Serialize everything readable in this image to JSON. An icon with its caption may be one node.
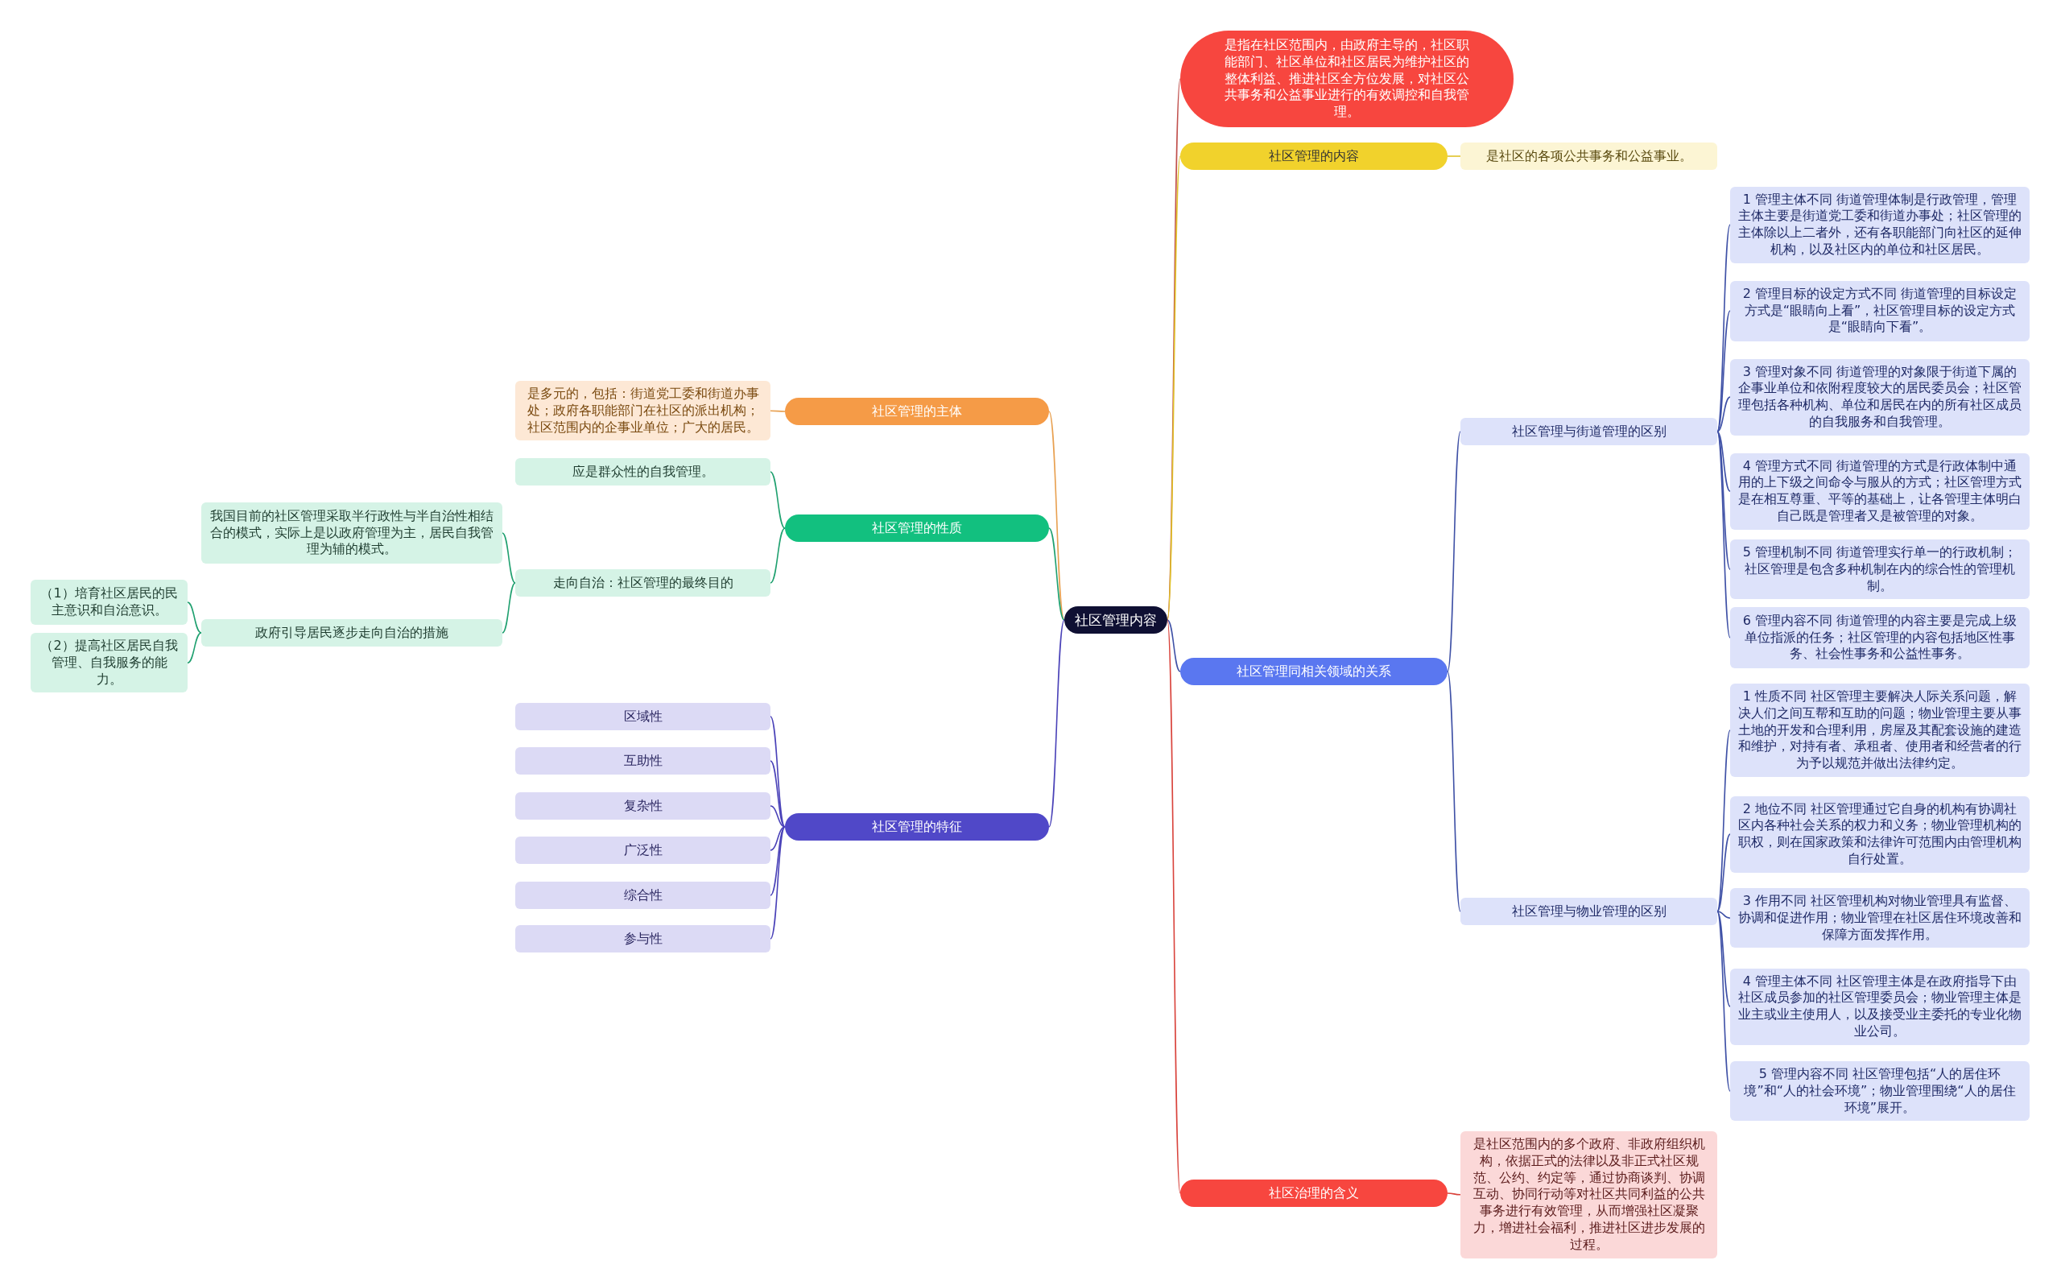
{
  "diagram": {
    "nodes": [
      {
        "text": [
          "社区管理内容"
        ]
      },
      {
        "text": [
          "是指在社区范围内，由政府主导的，社区职能部门、社区单位和社区居民为维护社区的整体利益、推进社区全方位发展，对社区公共事务和公益事业进行的有效调控和自我管理。"
        ]
      },
      {
        "text": [
          "社区管理的内容"
        ]
      },
      {
        "text": [
          "是社区的各项公共事务和公益事业。"
        ]
      },
      {
        "text": [
          "社区管理同相关领域的关系"
        ]
      },
      {
        "text": [
          "社区管理与街道管理的区别"
        ]
      },
      {
        "text": [
          "1 管理主体不同 街道管理体制是行政管理，管理主体主要是街道党工委和街道办事处；社区管理的主体除以上二者外，还有各职能部门向社区的延伸机构，以及社区内的单位和社区居民。"
        ]
      },
      {
        "text": [
          "2 管理目标的设定方式不同 街道管理的目标设定方式是“眼睛向上看”，社区管理目标的设定方式是“眼睛向下看”。"
        ]
      },
      {
        "text": [
          "3 管理对象不同 街道管理的对象限于街道下属的企事业单位和依附程度较大的居民委员会；社区管理包括各种机构、单位和居民在内的所有社区成员的自我服务和自我管理。"
        ]
      },
      {
        "text": [
          "4 管理方式不同 街道管理的方式是行政体制中通用的上下级之间命令与服从的方式；社区管理方式是在相互尊重、平等的基础上，让各管理主体明白自己既是管理者又是被管理的对象。"
        ]
      },
      {
        "text": [
          "5 管理机制不同 街道管理实行单一的行政机制；社区管理是包含多种机制在内的综合性的管理机制。"
        ]
      },
      {
        "text": [
          "6 管理内容不同 街道管理的内容主要是完成上级单位指派的任务；社区管理的内容包括地区性事务、社会性事务和公益性事务。"
        ]
      },
      {
        "text": [
          "社区管理与物业管理的区别"
        ]
      },
      {
        "text": [
          "1 性质不同 社区管理主要解决人际关系问题，解决人们之间互帮和互助的问题；物业管理主要从事土地的开发和合理利用，房屋及其配套设施的建造和维护，对持有者、承租者、使用者和经营者的行为予以规范并做出法律约定。"
        ]
      },
      {
        "text": [
          "2 地位不同 社区管理通过它自身的机构有协调社区内各种社会关系的权力和义务；物业管理机构的职权，则在国家政策和法律许可范围内由管理机构自行处置。"
        ]
      },
      {
        "text": [
          "3 作用不同 社区管理机构对物业管理具有监督、协调和促进作用；物业管理在社区居住环境改善和保障方面发挥作用。"
        ]
      },
      {
        "text": [
          "4 管理主体不同 社区管理主体是在政府指导下由社区成员参加的社区管理委员会；物业管理主体是业主或业主使用人，以及接受业主委托的专业化物业公司。"
        ]
      },
      {
        "text": [
          "5 管理内容不同 社区管理包括“人的居住环境”和“人的社会环境”；物业管理围绕“人的居住环境”展开。"
        ]
      },
      {
        "text": [
          "社区治理的含义"
        ]
      },
      {
        "text": [
          "是社区范围内的多个政府、非政府组织机构，依据正式的法律以及非正式社区规范、公约、约定等，通过协商谈判、协调互动、协同行动等对社区共同利益的公共事务进行有效管理，从而增强社区凝聚力，增进社会福利，推进社区进步发展的过程。"
        ]
      },
      {
        "text": [
          "社区管理的主体"
        ]
      },
      {
        "text": [
          "是多元的，包括：街道党工委和街道办事处；政府各职能部门在社区的派出机构；社区范围内的企事业单位；广大的居民。"
        ]
      },
      {
        "text": [
          "社区管理的性质"
        ]
      },
      {
        "text": [
          "应是群众性的自我管理。"
        ]
      },
      {
        "text": [
          "走向自治：社区管理的最终目的"
        ]
      },
      {
        "text": [
          "我国目前的社区管理采取半行政性与半自治性相结合的模式，实际上是以政府管理为主，居民自我管理为辅的模式。"
        ]
      },
      {
        "text": [
          "政府引导居民逐步走向自治的措施"
        ]
      },
      {
        "text": [
          "（1）培育社区居民的民主意识和自治意识。"
        ]
      },
      {
        "text": [
          "（2）提高社区居民自我管理、自我服务的能力。"
        ]
      },
      {
        "text": [
          "社区管理的特征"
        ]
      },
      {
        "text": [
          "区域性"
        ]
      },
      {
        "text": [
          "互助性"
        ]
      },
      {
        "text": [
          "复杂性"
        ]
      },
      {
        "text": [
          "广泛性"
        ]
      },
      {
        "text": [
          "综合性"
        ]
      },
      {
        "text": [
          "参与性"
        ]
      }
    ],
    "edges": [
      {
        "from": 0,
        "to": 1,
        "arrow": "none",
        "color": "#c0504d"
      },
      {
        "from": 0,
        "to": 2,
        "arrow": "none",
        "color": "#e0c22a"
      },
      {
        "from": 2,
        "to": 3,
        "arrow": "none",
        "color": "#e0c22a"
      },
      {
        "from": 0,
        "to": 4,
        "arrow": "none"
      },
      {
        "from": 4,
        "to": 5,
        "arrow": "none"
      },
      {
        "from": 5,
        "to": 6,
        "arrow": "none"
      },
      {
        "from": 5,
        "to": 7,
        "arrow": "none"
      },
      {
        "from": 5,
        "to": 8,
        "arrow": "none"
      },
      {
        "from": 5,
        "to": 9,
        "arrow": "none"
      },
      {
        "from": 5,
        "to": 10,
        "arrow": "none"
      },
      {
        "from": 5,
        "to": 11,
        "arrow": "none"
      },
      {
        "from": 4,
        "to": 12,
        "arrow": "none"
      },
      {
        "from": 12,
        "to": 13,
        "arrow": "none"
      },
      {
        "from": 12,
        "to": 14,
        "arrow": "none"
      },
      {
        "from": 12,
        "to": 15,
        "arrow": "none"
      },
      {
        "from": 12,
        "to": 16,
        "arrow": "none"
      },
      {
        "from": 12,
        "to": 17,
        "arrow": "none"
      },
      {
        "from": 0,
        "to": 18,
        "arrow": "none",
        "color": "#d9433c"
      },
      {
        "from": 18,
        "to": 19,
        "arrow": "none",
        "color": "#d9433c"
      },
      {
        "from": 0,
        "to": 20,
        "arrow": "none",
        "color": "#e8a050"
      },
      {
        "from": 20,
        "to": 21,
        "arrow": "none",
        "color": "#e8a050"
      },
      {
        "from": 0,
        "to": 22,
        "arrow": "none",
        "color": "#1fa06f"
      },
      {
        "from": 22,
        "to": 23,
        "arrow": "none",
        "color": "#1fa06f"
      },
      {
        "from": 22,
        "to": 24,
        "arrow": "none",
        "color": "#1fa06f"
      },
      {
        "from": 24,
        "to": 25,
        "arrow": "none",
        "color": "#1fa06f"
      },
      {
        "from": 24,
        "to": 26,
        "arrow": "none",
        "color": "#1fa06f"
      },
      {
        "from": 26,
        "to": 27,
        "arrow": "none",
        "color": "#1fa06f"
      },
      {
        "from": 26,
        "to": 28,
        "arrow": "none",
        "color": "#1fa06f"
      },
      {
        "from": 0,
        "to": 29,
        "arrow": "none",
        "color": "#4a42b8"
      },
      {
        "from": 29,
        "to": 30,
        "arrow": "none",
        "color": "#4a42b8"
      },
      {
        "from": 29,
        "to": 31,
        "arrow": "none",
        "color": "#4a42b8"
      },
      {
        "from": 29,
        "to": 32,
        "arrow": "none",
        "color": "#4a42b8"
      },
      {
        "from": 29,
        "to": 33,
        "arrow": "none",
        "color": "#4a42b8"
      },
      {
        "from": 29,
        "to": 34,
        "arrow": "none",
        "color": "#4a42b8"
      },
      {
        "from": 29,
        "to": 35,
        "arrow": "none",
        "color": "#4a42b8"
      }
    ]
  }
}
